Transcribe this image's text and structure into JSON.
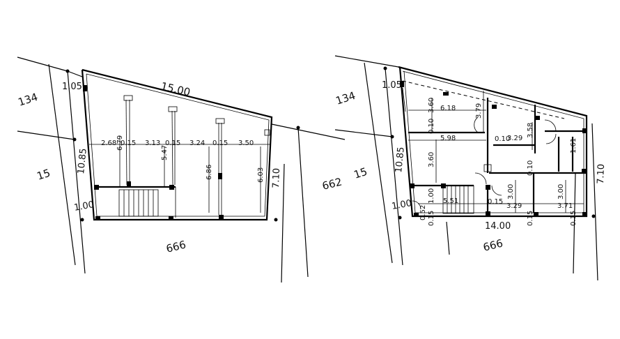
{
  "plan_left": {
    "plot_width_top": "15.00",
    "left_offset": "1.05",
    "left_depth": "10.85",
    "left_bottom": "1.00",
    "right_depth": "7.10",
    "neighbor_left_top": "134",
    "neighbor_left": "15",
    "neighbor_right": "662",
    "neighbor_bottom": "666",
    "row_dims": [
      "2.68",
      "0.15",
      "3.13",
      "0.15",
      "3.24",
      "0.15",
      "3.50"
    ],
    "vertical_dims": [
      "6.79",
      "5.47",
      "6.86",
      "6.03"
    ]
  },
  "plan_right": {
    "left_offset": "1.05",
    "left_depth": "10.85",
    "left_bottom": "1.00",
    "right_depth": "7.10",
    "bottom_width": "14.00",
    "neighbor_left_top": "134",
    "neighbor_left": "15",
    "neighbor_bottom": "666",
    "room_dims": {
      "d_618": "6.18",
      "d_598": "5.98",
      "d_329a": "3.29",
      "d_551": "5.51",
      "d_329b": "3.29",
      "d_371": "3.71",
      "d_360a": "3.60",
      "d_360b": "3.60",
      "d_358": "3.58",
      "d_379": "3.79",
      "d_300a": "3.00",
      "d_300b": "3.00",
      "d_010a": "0.10",
      "d_010b": "0.10",
      "d_010c": "0.10",
      "d_015a": "0.15",
      "d_015b": "0.15",
      "d_015c": "0.15",
      "d_015d": "0.15",
      "d_100": "1.00",
      "d_052": "0.52",
      "d_161": "1.61"
    }
  }
}
